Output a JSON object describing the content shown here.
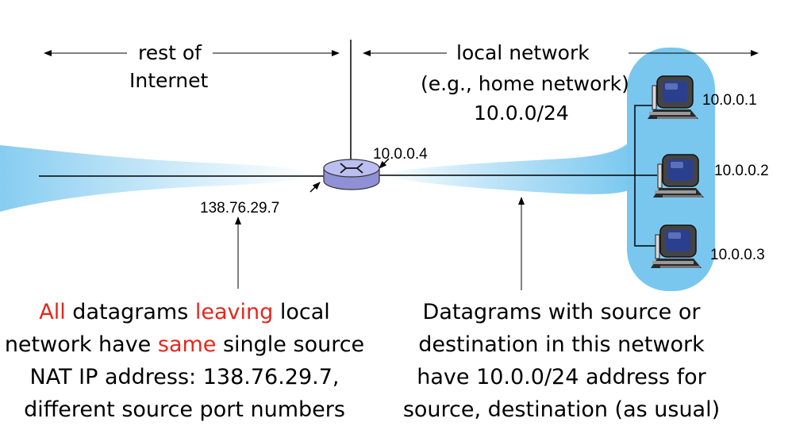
{
  "labels": {
    "rest_of_internet_line1": "rest of",
    "rest_of_internet_line2": "Internet",
    "local_network_line1": "local network",
    "local_network_line2": "(e.g., home network)",
    "local_network_line3": "10.0.0/24"
  },
  "addresses": {
    "router_inside": "10.0.0.4",
    "router_outside": "138.76.29.7",
    "host1": "10.0.0.1",
    "host2": "10.0.0.2",
    "host3": "10.0.0.3"
  },
  "captions": {
    "left": {
      "line1_all": "All",
      "line1_mid": " datagrams ",
      "line1_leaving": "leaving",
      "line1_end": " local",
      "line2_start": "network have ",
      "line2_same": "same",
      "line2_end": " single source",
      "line3": "NAT IP address: 138.76.29.7,",
      "line4": "different source port numbers"
    },
    "right": {
      "line1": "Datagrams with source or",
      "line2": "destination in this network",
      "line3": "have 10.0.0/24 address for",
      "line4": "source, destination (as usual)"
    }
  },
  "colors": {
    "network_cloud": "#79c7ef",
    "highlight_text": "#e8261b",
    "router_body": "#b7b8ee"
  },
  "icons": {
    "router": "router-icon",
    "host": "desktop-computer-icon"
  }
}
